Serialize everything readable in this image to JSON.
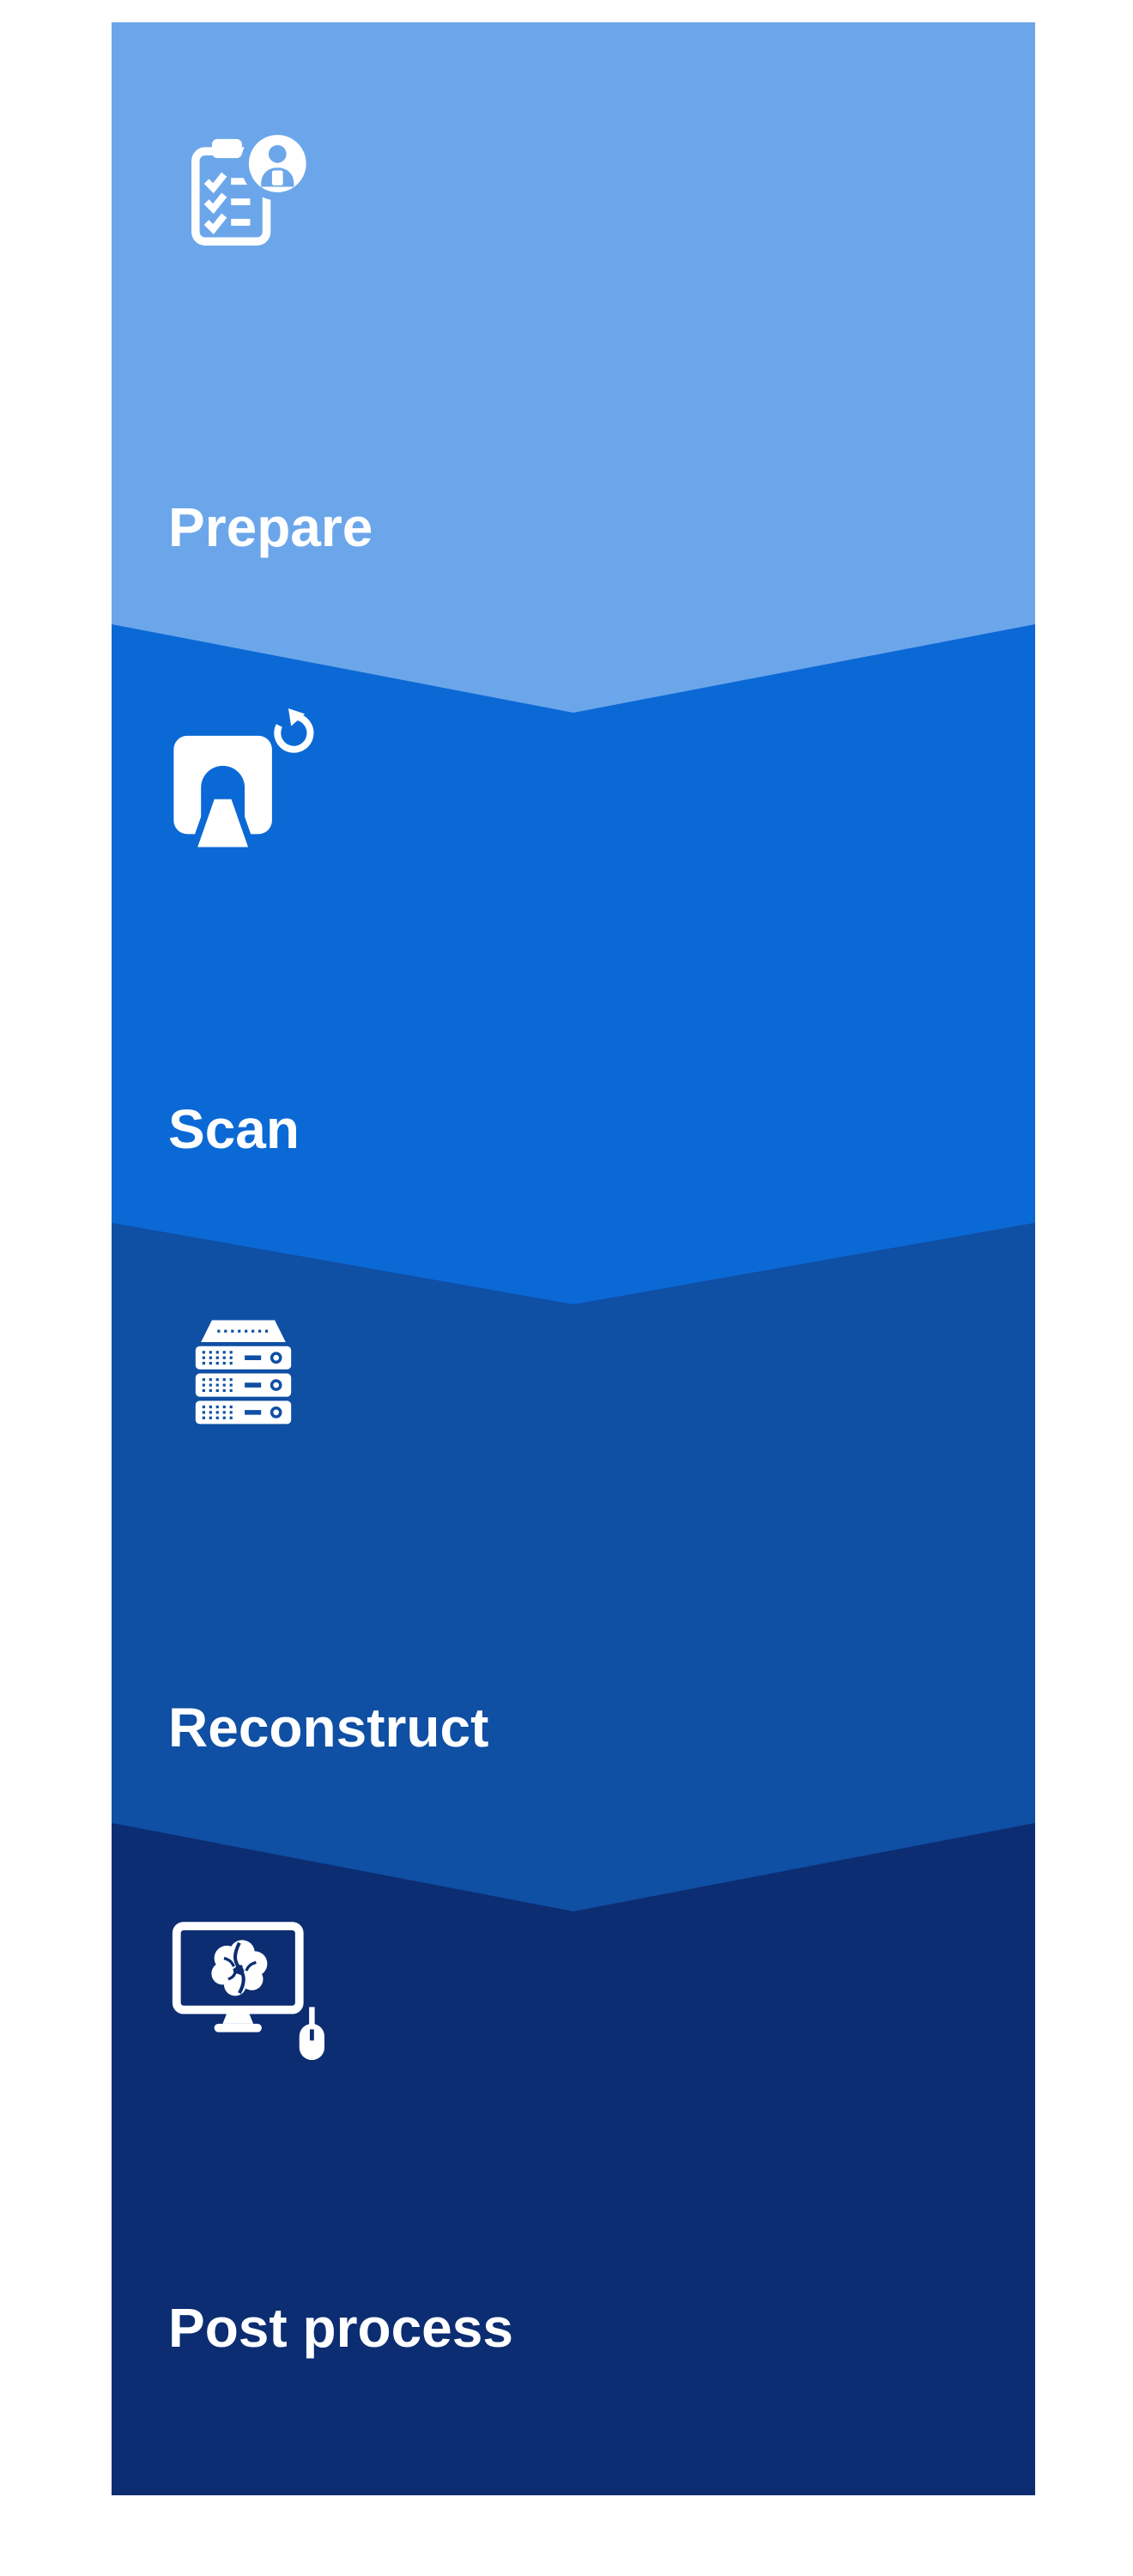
{
  "sections": [
    {
      "label": "Prepare",
      "color": "#6ca6ea",
      "icon": "clipboard-patient-icon"
    },
    {
      "label": "Scan",
      "color": "#0b69d6",
      "icon": "ct-scanner-icon"
    },
    {
      "label": "Reconstruct",
      "color": "#0f4fa4",
      "icon": "server-stack-icon"
    },
    {
      "label": "Post process",
      "color": "#0c2d72",
      "icon": "monitor-brain-mouse-icon"
    }
  ]
}
